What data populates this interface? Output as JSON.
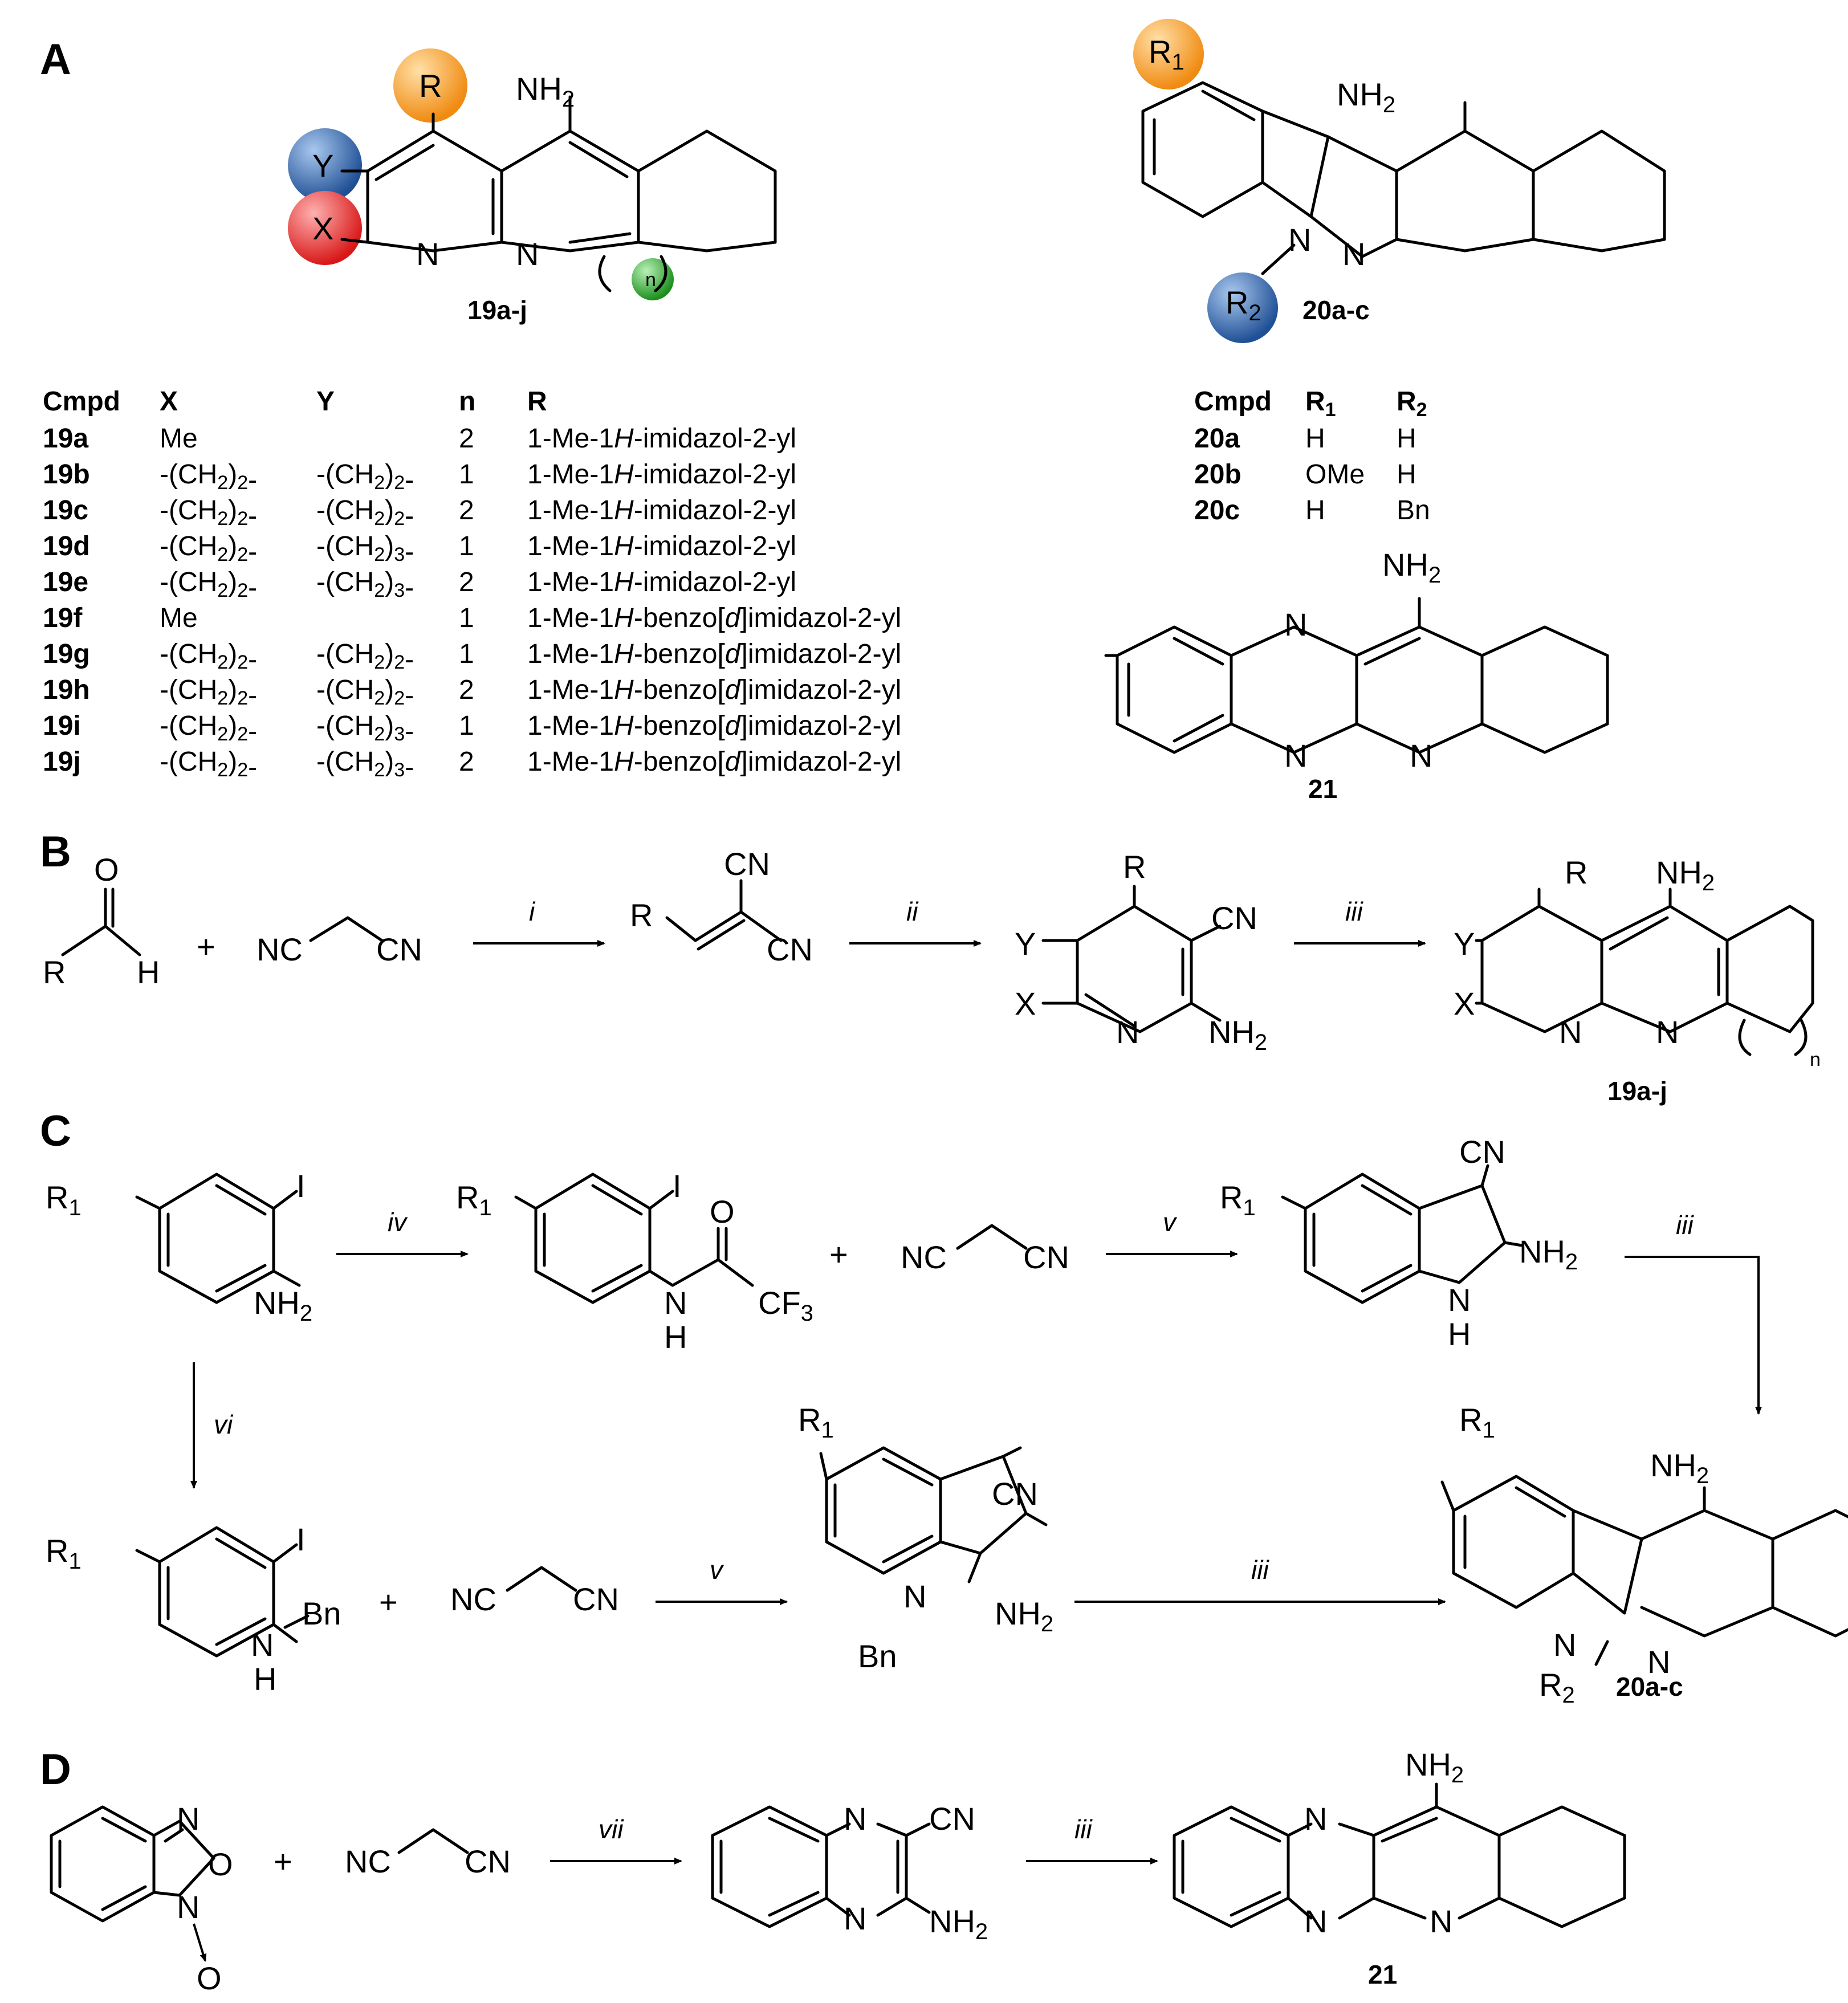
{
  "panels": {
    "a": "A",
    "b": "B",
    "c": "C",
    "d": "D"
  },
  "compounds": {
    "c19": "19a-j",
    "c20": "20a-c",
    "c21": "21"
  },
  "table19": {
    "headers": [
      "Cmpd",
      "X",
      "Y",
      "n",
      "R"
    ],
    "rows": [
      {
        "cmpd": "19a",
        "x": "Me",
        "y": "",
        "n": "2",
        "r": "1-Me-1H-imidazol-2-yl"
      },
      {
        "cmpd": "19b",
        "x": "-(CH2)2-",
        "y": "-(CH2)2-",
        "n": "1",
        "r": "1-Me-1H-imidazol-2-yl"
      },
      {
        "cmpd": "19c",
        "x": "-(CH2)2-",
        "y": "-(CH2)2-",
        "n": "2",
        "r": "1-Me-1H-imidazol-2-yl"
      },
      {
        "cmpd": "19d",
        "x": "-(CH2)2-",
        "y": "-(CH2)3-",
        "n": "1",
        "r": "1-Me-1H-imidazol-2-yl"
      },
      {
        "cmpd": "19e",
        "x": "-(CH2)2-",
        "y": "-(CH2)3-",
        "n": "2",
        "r": "1-Me-1H-imidazol-2-yl"
      },
      {
        "cmpd": "19f",
        "x": "Me",
        "y": "",
        "n": "1",
        "r": "1-Me-1H-benzo[d]imidazol-2-yl"
      },
      {
        "cmpd": "19g",
        "x": "-(CH2)2-",
        "y": "-(CH2)2-",
        "n": "1",
        "r": "1-Me-1H-benzo[d]imidazol-2-yl"
      },
      {
        "cmpd": "19h",
        "x": "-(CH2)2-",
        "y": "-(CH2)2-",
        "n": "2",
        "r": "1-Me-1H-benzo[d]imidazol-2-yl"
      },
      {
        "cmpd": "19i",
        "x": "-(CH2)2-",
        "y": "-(CH2)3-",
        "n": "1",
        "r": "1-Me-1H-benzo[d]imidazol-2-yl"
      },
      {
        "cmpd": "19j",
        "x": "-(CH2)2-",
        "y": "-(CH2)3-",
        "n": "2",
        "r": "1-Me-1H-benzo[d]imidazol-2-yl"
      }
    ]
  },
  "table20": {
    "headers": [
      "Cmpd",
      "R1",
      "R2"
    ],
    "rows": [
      {
        "cmpd": "20a",
        "r1": "H",
        "r2": "H"
      },
      {
        "cmpd": "20b",
        "r1": "OMe",
        "r2": "H"
      },
      {
        "cmpd": "20c",
        "r1": "H",
        "r2": "Bn"
      }
    ]
  },
  "reagents": {
    "i": "i",
    "ii": "ii",
    "iii": "iii",
    "iv": "iv",
    "v": "v",
    "vi": "vi",
    "vii": "vii"
  },
  "colors": {
    "orange": "#f5a030",
    "blue": "#3a6fb0",
    "red": "#e02a2a",
    "green": "#2ea32e"
  }
}
